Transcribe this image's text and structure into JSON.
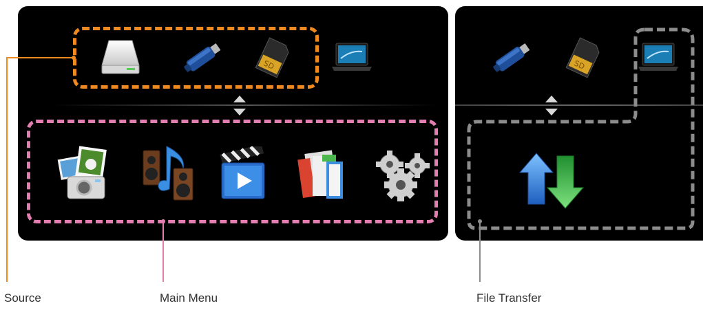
{
  "colors": {
    "source": "#ee8a1f",
    "main_menu": "#e37fb0",
    "file_transfer": "#8c8c8c",
    "panel": "#000000"
  },
  "labels": {
    "source": "Source",
    "main_menu": "Main Menu",
    "file_transfer": "File Transfer"
  },
  "main_panel": {
    "sources": [
      "hard-drive-icon",
      "usb-drive-icon",
      "sd-card-icon",
      "laptop-icon"
    ],
    "menu": [
      "photos-icon",
      "music-icon",
      "movies-icon",
      "files-icon",
      "settings-icon"
    ]
  },
  "transfer_panel": {
    "sources": [
      "usb-drive-icon",
      "sd-card-icon",
      "laptop-icon"
    ],
    "action": "file-transfer-icon"
  }
}
